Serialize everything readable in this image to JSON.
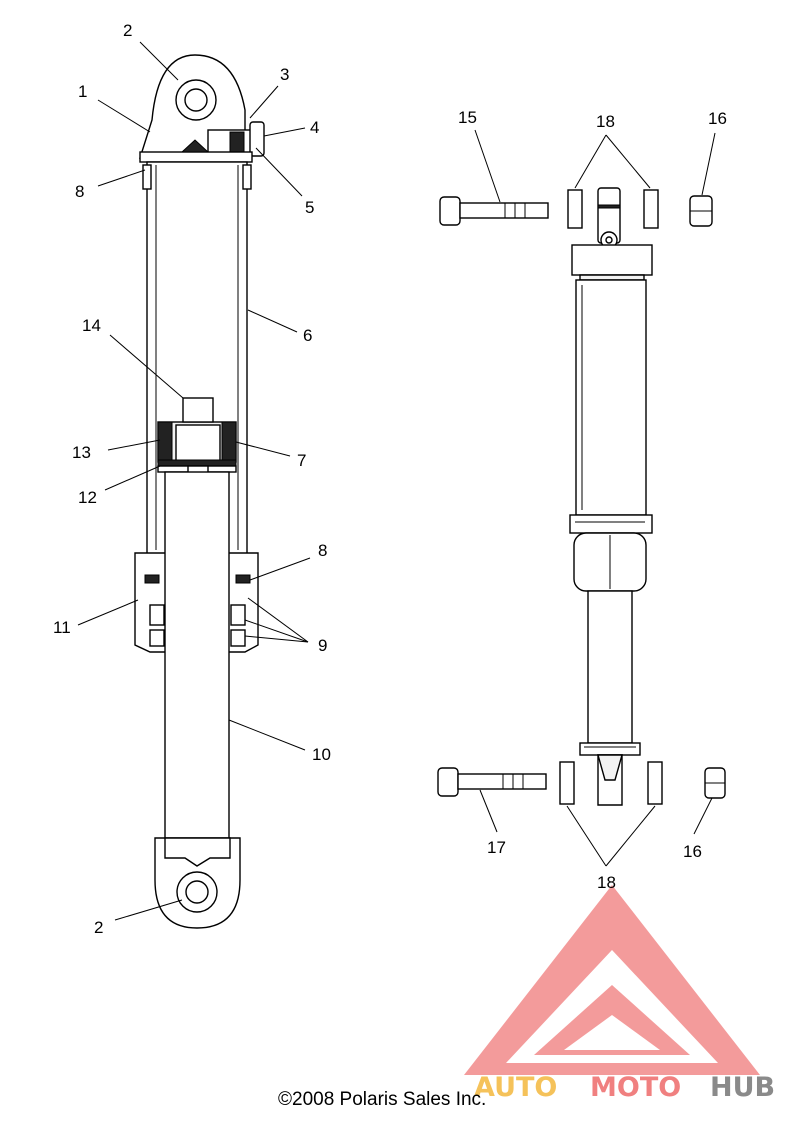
{
  "callouts": {
    "c1": "1",
    "c2_top": "2",
    "c2_bottom": "2",
    "c3": "3",
    "c4": "4",
    "c5": "5",
    "c6": "6",
    "c7": "7",
    "c8_top": "8",
    "c8_mid": "8",
    "c9": "9",
    "c10": "10",
    "c11": "11",
    "c12": "12",
    "c13": "13",
    "c14": "14",
    "c15": "15",
    "c16_top": "16",
    "c16_bottom": "16",
    "c17": "17",
    "c18_top": "18",
    "c18_bottom": "18"
  },
  "copyright": "©2008 Polaris Sales Inc.",
  "watermark": {
    "part1": "AUTO",
    "part2": "MOTO",
    "part3": "HUB",
    "colors": {
      "logo": "#f07a7a",
      "auto": "#f5c25a",
      "moto": "#f08080",
      "hub": "#8a8a8a"
    }
  }
}
